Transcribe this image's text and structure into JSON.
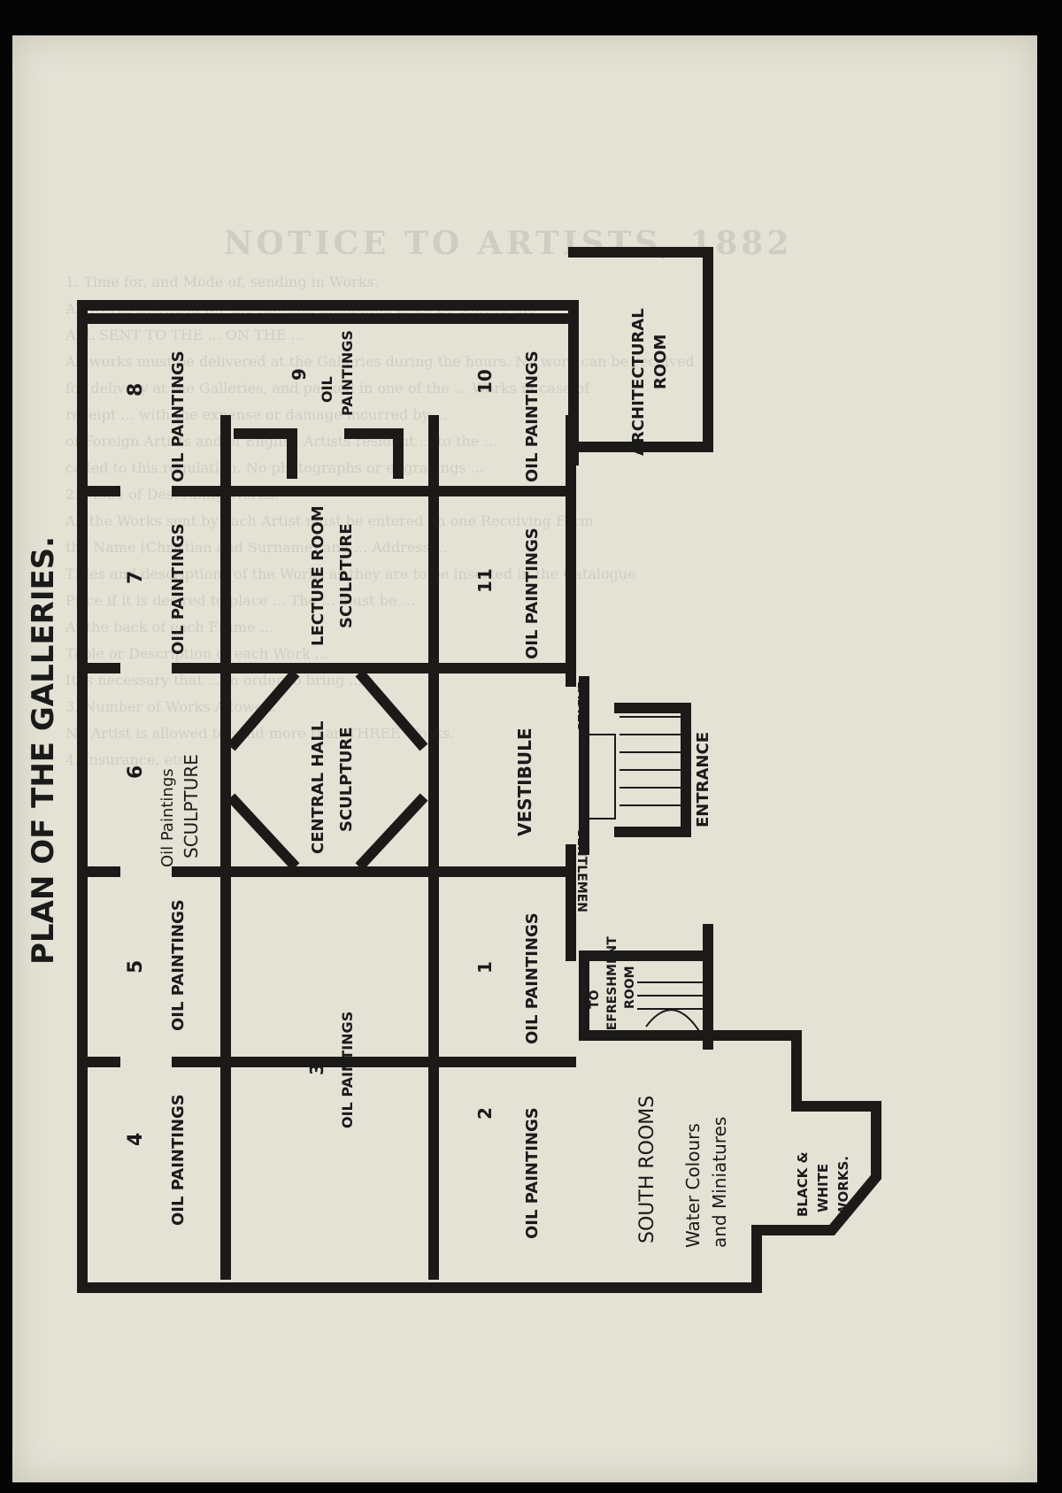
{
  "plan": {
    "title": "PLAN OF THE GALLERIES.",
    "rooms": [
      {
        "id": "room-4-label",
        "text": "4"
      },
      {
        "id": "room-5-label",
        "text": "5"
      },
      {
        "id": "room-6-label",
        "text": "6"
      },
      {
        "id": "room-7-label",
        "text": "7"
      },
      {
        "id": "room-8-label",
        "text": "8"
      },
      {
        "id": "room-9-label",
        "text": "9"
      },
      {
        "id": "room-10-label",
        "text": "10"
      },
      {
        "id": "room-11-label",
        "text": "11"
      },
      {
        "id": "room-1-label",
        "text": "1"
      },
      {
        "id": "room-2-label",
        "text": "2"
      },
      {
        "id": "room-3-label",
        "text": "3"
      }
    ],
    "labels": {
      "oil_paintings": "OIL PAINTINGS",
      "oil_paintings_sc": "Oil Paintings",
      "sculpture": "SCULPTURE",
      "central_hall": "CENTRAL HALL",
      "lecture_room": "LECTURE ROOM",
      "vestibule": "VESTIBULE",
      "oil": "OIL",
      "paintings": "PAINTINGS",
      "architectural": "ARCHITECTURAL",
      "room": "ROOM",
      "ladies": "LADIES",
      "gentlemen": "GENTLEMEN",
      "entrance": "ENTRANCE",
      "to": "TO",
      "refreshment": "REFRESHMENT",
      "south_rooms": "SOUTH ROOMS",
      "water_colours": "Water Colours",
      "and_miniatures": "and Miniatures",
      "black_white_1": "BLACK &",
      "black_white_2": "WHITE",
      "black_white_3": "WORKS."
    }
  },
  "bleed_through": {
    "heading": "NOTICE TO ARTISTS, 1882",
    "lines": [
      "1. Time for, and Mode of, sending in Works.",
      "All works intended for the Autumn Exhibition must be sent to the",
      "ALL SENT TO THE ... ON THE ...",
      "All works must be delivered at the Galleries during the hours. No work can be received",
      "for delivery at the Galleries, and packed in one of the ... Works in case of",
      "receipt ... with the expense or damage incurred by ...",
      "of Foreign Artists and of English Artists resident ... to the ...",
      "called to this regulation. No photographs or engravings ...",
      "2. Mode of Describing Works.",
      "All the Works sent by each Artist must be entered on one Receiving Form",
      "the Name (Christian and Surname) and ... Address ...",
      "Titles and descriptions of the Works as they are to be inserted in the Catalogue",
      "Price if it is desired to place ... The ... must be ...",
      "At the back of each Frame ...",
      "Table or Description of each Work ...",
      "It is necessary that ... in order to bring ...",
      "3. Number of Works Allowed.",
      "No Artist is allowed to send more than THREE Works.",
      "4. Insurance, etc."
    ]
  }
}
